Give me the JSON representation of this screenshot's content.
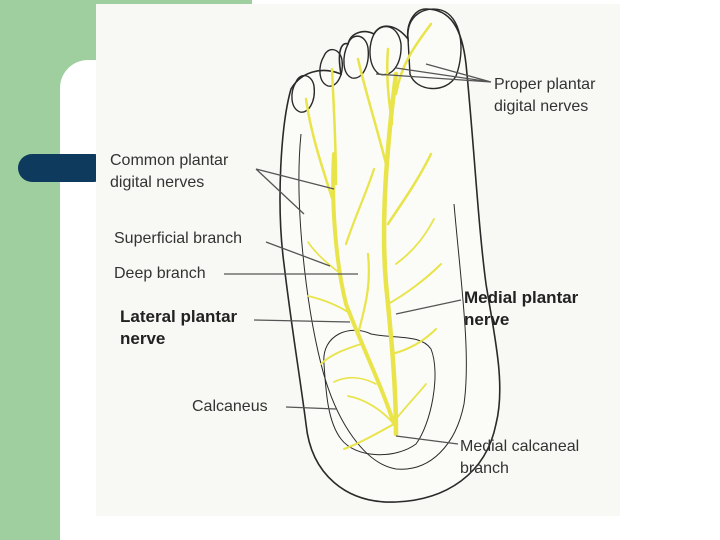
{
  "figure": {
    "labels": {
      "proper_plantar_digital_nerves": [
        "Proper plantar",
        "digital nerves"
      ],
      "common_plantar_digital_nerves": [
        "Common plantar",
        "digital nerves"
      ],
      "superficial_branch": "Superficial branch",
      "deep_branch": "Deep branch",
      "lateral_plantar_nerve": [
        "Lateral plantar",
        "nerve"
      ],
      "medial_plantar_nerve": [
        "Medial plantar",
        "nerve"
      ],
      "calcaneus": "Calcaneus",
      "medial_calcaneal_branch": [
        "Medial calcaneal",
        "branch"
      ]
    }
  },
  "colors": {
    "nerve": "#e8e44a",
    "outline": "#2a2a2a",
    "leader": "#555555",
    "green_band": "#9fcf9f",
    "navy_pill": "#0e3a5e"
  }
}
